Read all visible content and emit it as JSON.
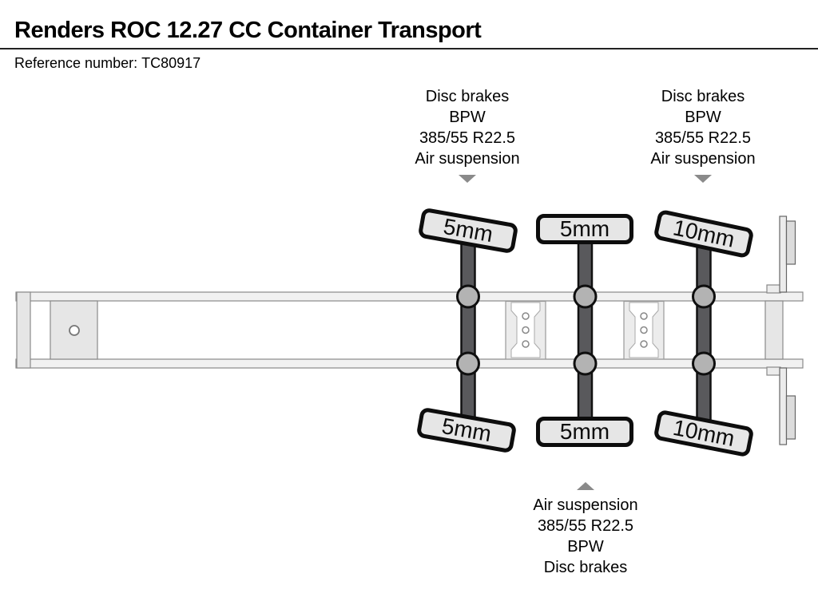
{
  "header": {
    "title": "Renders ROC 12.27 CC Container Transport",
    "reference_label": "Reference number:",
    "reference_value": "TC80917"
  },
  "annotations": {
    "top_left": {
      "lines": [
        "Disc brakes",
        "BPW",
        "385/55 R22.5",
        "Air suspension"
      ]
    },
    "top_right": {
      "lines": [
        "Disc brakes",
        "BPW",
        "385/55 R22.5",
        "Air suspension"
      ]
    },
    "bottom": {
      "lines": [
        "Air suspension",
        "385/55 R22.5",
        "BPW",
        "Disc brakes"
      ]
    }
  },
  "tires": {
    "top": [
      "5mm",
      "5mm",
      "10mm"
    ],
    "bottom": [
      "5mm",
      "5mm",
      "10mm"
    ]
  },
  "icons": {
    "arrow_down": "triangle-down",
    "arrow_up": "triangle-up"
  },
  "palette": {
    "page_background": "#ffffff",
    "text": "#000000",
    "divider": "#222222",
    "rail_fill": "#f1f1f1",
    "rail_stroke": "#8a8a8a",
    "plate_fill": "#e6e6e6",
    "crossmember_fill": "#ececec",
    "axle_fill": "#59595c",
    "axle_stroke": "#111111",
    "airbag_fill": "#b3b3b3",
    "tire_label_fill": "#e6e6e6",
    "tire_label_border": "#0d0d0d",
    "arrow_color": "#8a8a8a"
  }
}
